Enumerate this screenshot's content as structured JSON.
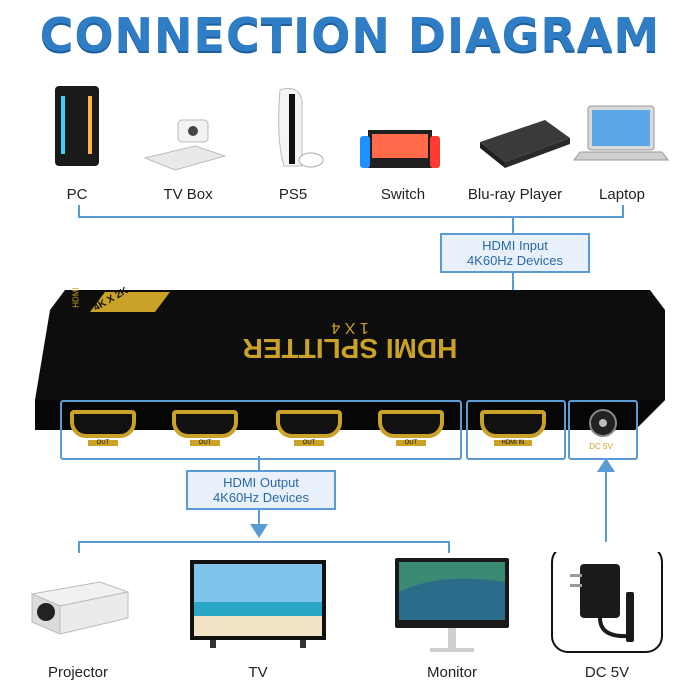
{
  "title": "CONNECTION DIAGRAM",
  "sources": [
    {
      "label": "PC",
      "icon": "pc-tower-icon"
    },
    {
      "label": "TV Box",
      "icon": "tv-box-icon"
    },
    {
      "label": "PS5",
      "icon": "ps5-console-icon"
    },
    {
      "label": "Switch",
      "icon": "game-switch-icon"
    },
    {
      "label": "Blu-ray Player",
      "icon": "bluray-player-icon"
    },
    {
      "label": "Laptop",
      "icon": "laptop-icon"
    }
  ],
  "input_callout": {
    "line1": "HDMI Input",
    "line2": "4K60Hz Devices"
  },
  "output_callout": {
    "line1": "HDMI Output",
    "line2": "4K60Hz Devices"
  },
  "splitter": {
    "name": "HDMI SPLITTER",
    "ratio": "1 X 4",
    "badge": "4K X 2K",
    "tag": "HDMI",
    "out_port_label": "OUT",
    "in_port_label": "HDMI IN",
    "power_label": "DC 5V"
  },
  "outputs": [
    {
      "label": "Projector",
      "icon": "projector-icon"
    },
    {
      "label": "TV",
      "icon": "tv-icon"
    },
    {
      "label": "Monitor",
      "icon": "monitor-icon"
    }
  ],
  "power": {
    "label": "DC 5V",
    "icon": "power-adapter-icon"
  },
  "colors": {
    "accent": "#5b9bd5",
    "title": "#2f7dc4",
    "gold": "#c9a227",
    "device": "#0d0d0d"
  }
}
